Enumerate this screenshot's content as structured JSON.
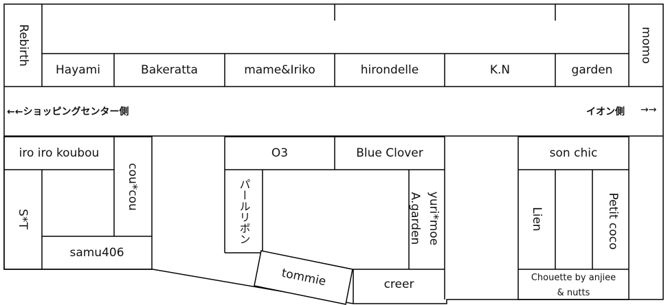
{
  "top_row": {
    "left_end": "Rebirth",
    "right_end": "momo",
    "shops": [
      "Hayami",
      "Bakeratta",
      "mame&Iriko",
      "hirondelle",
      "K.N",
      "garden"
    ]
  },
  "directions": {
    "left": "←←ショッピングセンター側",
    "right": "イオン側",
    "right_arrows": "→→"
  },
  "left_block": {
    "top": "iro iro koubou",
    "side": "cou*cou",
    "left": "S*T",
    "bottom": "samu406"
  },
  "center_block": {
    "o3": "O3",
    "blue_clover": "Blue Clover",
    "pearl": "パールリボン",
    "yuri_line1": "yuri*moe",
    "yuri_line2": "A.garden",
    "creer": "creer",
    "tommie": "tommie"
  },
  "right_block": {
    "son_chic": "son chic",
    "lien": "Lien",
    "petit": "Petit coco",
    "chouette_line1": "Chouette by anjiee",
    "chouette_line2": "& nutts"
  }
}
